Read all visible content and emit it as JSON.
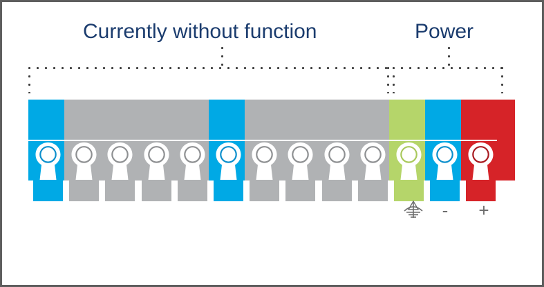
{
  "diagram": {
    "title_groups": [
      {
        "label": "Currently without function"
      },
      {
        "label": "Power"
      }
    ],
    "terminals": [
      {
        "index": 1,
        "color": "#00a9e5",
        "ring": "#0c8fcc",
        "function": ""
      },
      {
        "index": 2,
        "color": "#b0b2b4",
        "ring": "#8e9092",
        "function": ""
      },
      {
        "index": 3,
        "color": "#b0b2b4",
        "ring": "#8e9092",
        "function": ""
      },
      {
        "index": 4,
        "color": "#b0b2b4",
        "ring": "#8e9092",
        "function": ""
      },
      {
        "index": 5,
        "color": "#b0b2b4",
        "ring": "#8e9092",
        "function": ""
      },
      {
        "index": 6,
        "color": "#00a9e5",
        "ring": "#0c8fcc",
        "function": ""
      },
      {
        "index": 7,
        "color": "#b0b2b4",
        "ring": "#8e9092",
        "function": ""
      },
      {
        "index": 8,
        "color": "#b0b2b4",
        "ring": "#8e9092",
        "function": ""
      },
      {
        "index": 9,
        "color": "#b0b2b4",
        "ring": "#8e9092",
        "function": ""
      },
      {
        "index": 10,
        "color": "#b0b2b4",
        "ring": "#8e9092",
        "function": ""
      },
      {
        "index": 11,
        "color": "#b5d56a",
        "ring": "#a9c95c",
        "function": "ground"
      },
      {
        "index": 12,
        "color": "#00a9e5",
        "ring": "#0c8fcc",
        "function": "minus"
      },
      {
        "index": 13,
        "color": "#d62328",
        "ring": "#a81a20",
        "function": "plus"
      }
    ],
    "edge_block": {
      "color": "#d62328"
    },
    "pin_labels": [
      {
        "name": "ground-symbol",
        "glyph": "earth-ground-icon",
        "text": ""
      },
      {
        "name": "minus-label",
        "glyph": "minus-sign",
        "text": "-"
      },
      {
        "name": "plus-label",
        "glyph": "plus-sign",
        "text": "+"
      }
    ],
    "colors": {
      "label_text": "#1b3c6e",
      "bracket_dot": "#3d3d3d",
      "frame_border": "#5e5e5e",
      "blue": "#00a9e5",
      "gray": "#b0b2b4",
      "green": "#b5d56a",
      "red": "#d62328",
      "pin_label_text": "#6d6d6d",
      "background": "#ffffff"
    }
  }
}
